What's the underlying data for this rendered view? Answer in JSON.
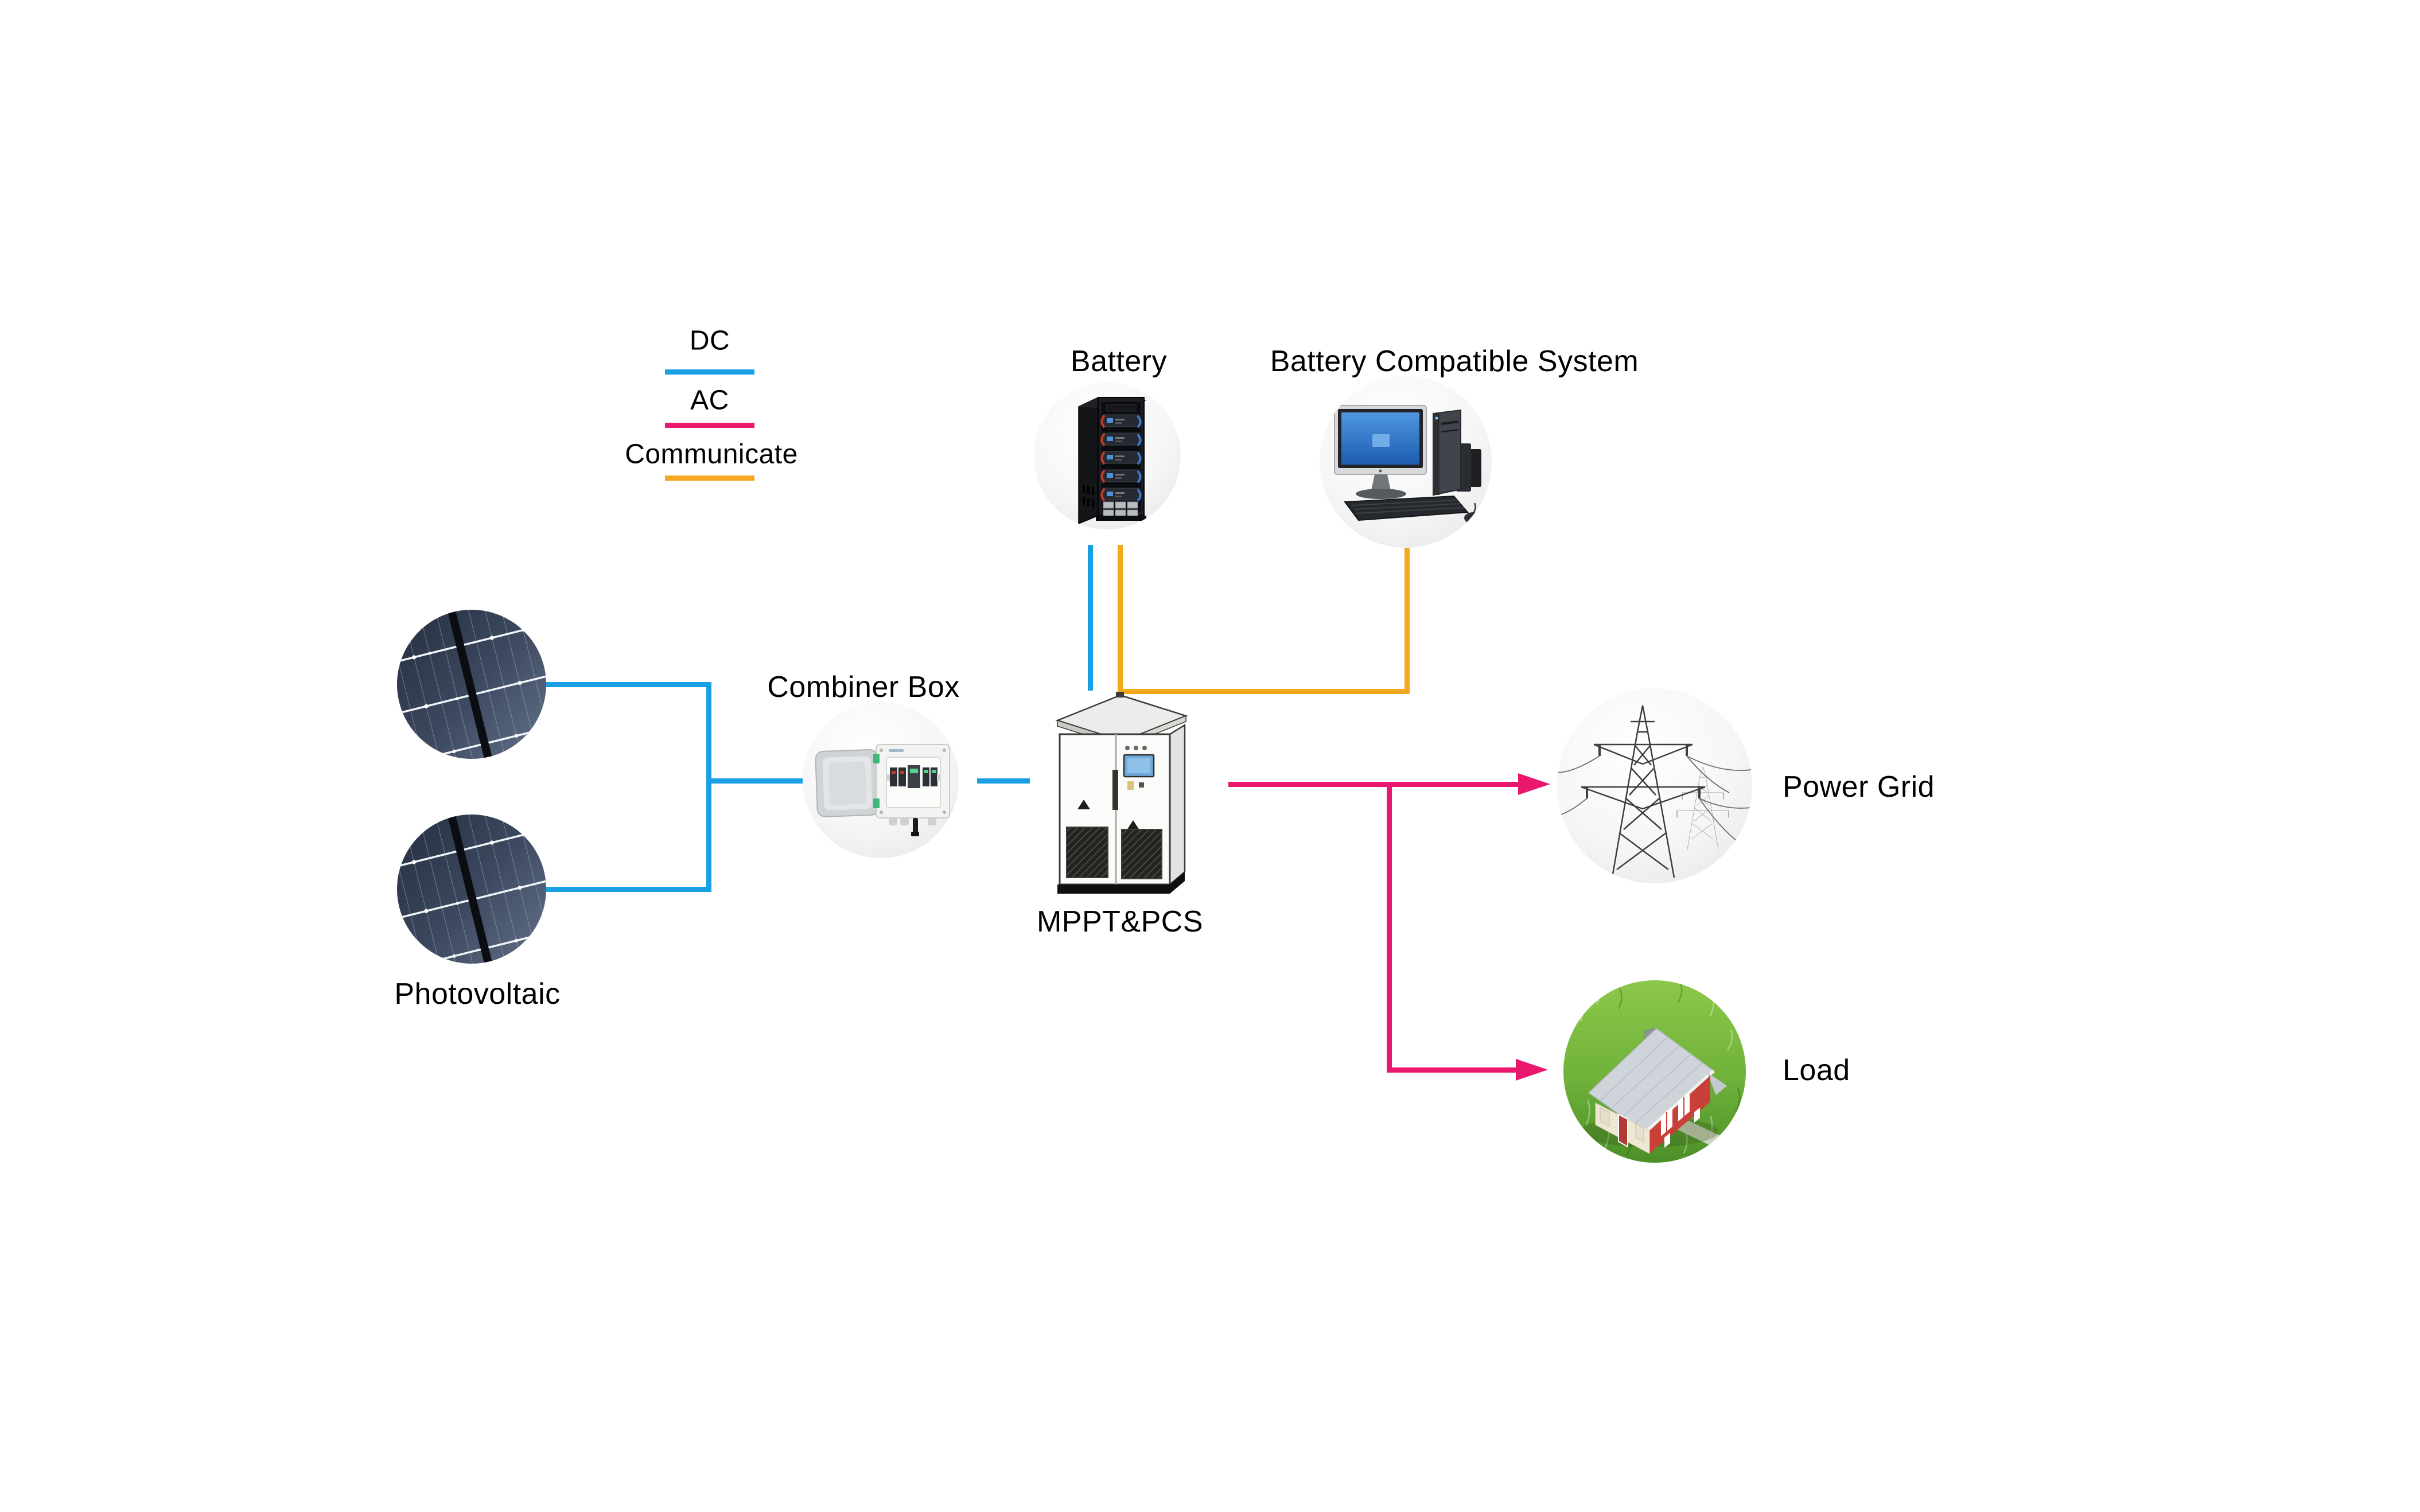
{
  "legend": {
    "items": [
      {
        "id": "dc",
        "label": "DC"
      },
      {
        "id": "ac",
        "label": "AC"
      },
      {
        "id": "communicate",
        "label": "Communicate"
      }
    ]
  },
  "colors": {
    "dc": "#189FE4",
    "ac": "#E9176E",
    "communicate": "#F3A81E"
  },
  "nodes": {
    "photovoltaic": {
      "label": "Photovoltaic",
      "image": "solar-panel-photo"
    },
    "combiner_box": {
      "label": "Combiner Box",
      "image": "combiner-box-photo"
    },
    "mppt_pcs": {
      "label": "MPPT&PCS",
      "image": "inverter-cabinet-photo"
    },
    "battery": {
      "label": "Battery",
      "image": "battery-rack-photo"
    },
    "battery_compatible_system": {
      "label": "Battery Compatible System",
      "image": "desktop-computer-photo"
    },
    "power_grid": {
      "label": "Power Grid",
      "image": "transmission-towers-photo"
    },
    "load": {
      "label": "Load",
      "image": "model-house-photo"
    }
  },
  "connections": [
    {
      "from": "Photovoltaic",
      "to": "Combiner Box",
      "type": "DC"
    },
    {
      "from": "Combiner Box",
      "to": "MPPT&PCS",
      "type": "DC"
    },
    {
      "from": "Battery",
      "to": "MPPT&PCS",
      "type": "DC"
    },
    {
      "from": "Battery",
      "to": "Battery Compatible System",
      "type": "Communicate"
    },
    {
      "from": "MPPT&PCS",
      "to": "Power Grid",
      "type": "AC",
      "arrow": "into Power Grid"
    },
    {
      "from": "MPPT&PCS",
      "to": "Load",
      "type": "AC",
      "arrow": "into Load"
    }
  ]
}
